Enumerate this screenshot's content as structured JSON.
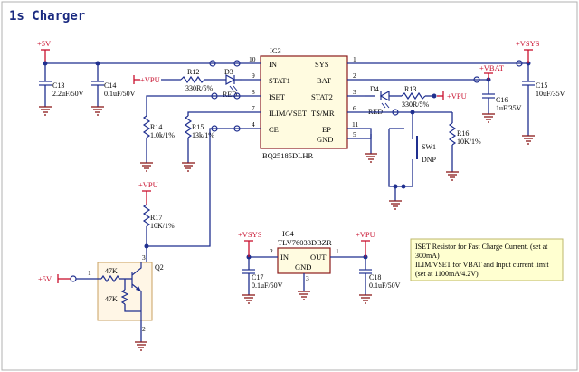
{
  "sheet": {
    "title": "1s Charger"
  },
  "ic3": {
    "ref": "IC3",
    "part": "BQ25185DLHR",
    "pins_left": [
      {
        "num": "10",
        "name": "IN"
      },
      {
        "num": "9",
        "name": "STAT1"
      },
      {
        "num": "8",
        "name": "ISET"
      },
      {
        "num": "7",
        "name": "ILIM/VSET"
      },
      {
        "num": "4",
        "name": "CE"
      }
    ],
    "pins_right": [
      {
        "num": "1",
        "name": "SYS"
      },
      {
        "num": "2",
        "name": "BAT"
      },
      {
        "num": "3",
        "name": "STAT2"
      },
      {
        "num": "6",
        "name": "TS/MR"
      },
      {
        "num": "11",
        "name": "EP"
      },
      {
        "num": "5",
        "name": "GND"
      }
    ]
  },
  "ic4": {
    "ref": "IC4",
    "part": "TLV76033DBZR",
    "pin_in": {
      "num": "2",
      "name": "IN"
    },
    "pin_out": {
      "num": "1",
      "name": "OUT"
    },
    "pin_gnd": {
      "num": "3",
      "name": "GND"
    }
  },
  "power": {
    "p5v_top": "+5V",
    "vsys_top": "+VSYS",
    "vbat": "+VBAT",
    "vpu_r12": "+VPU",
    "vpu_r13": "+VPU",
    "vpu_r17": "+VPU",
    "vsys_ic4": "+VSYS",
    "vpu_ic4": "+VPU",
    "p5v_q2": "+5V"
  },
  "components": {
    "c13": {
      "ref": "C13",
      "value": "2.2uF/50V"
    },
    "c14": {
      "ref": "C14",
      "value": "0.1uF/50V"
    },
    "c15": {
      "ref": "C15",
      "value": "10uF/35V"
    },
    "c16": {
      "ref": "C16",
      "value": "1uF/35V"
    },
    "c17": {
      "ref": "C17",
      "value": "0.1uF/50V"
    },
    "c18": {
      "ref": "C18",
      "value": "0.1uF/50V"
    },
    "r12": {
      "ref": "R12",
      "value": "330R/5%"
    },
    "r13": {
      "ref": "R13",
      "value": "330R/5%"
    },
    "r14": {
      "ref": "R14",
      "value": "1.0k/1%"
    },
    "r15": {
      "ref": "R15",
      "value": "13k/1%"
    },
    "r16": {
      "ref": "R16",
      "value": "10K/1%"
    },
    "r17": {
      "ref": "R17",
      "value": "10K/1%"
    },
    "d3": {
      "ref": "D3",
      "color": "RED"
    },
    "d4": {
      "ref": "D4",
      "color": "RED"
    },
    "sw1": {
      "ref": "SW1",
      "note": "DNP"
    },
    "q2": {
      "ref": "Q2",
      "r1": "47K",
      "r2": "47K",
      "pin1": "1",
      "pin2": "2",
      "pin3": "3"
    }
  },
  "note": {
    "line1": "ISET Resistor for Fast Charge Current. (set at",
    "line2": "300mA)",
    "line3": "ILIM/VSET for VBAT and Input current limit",
    "line4": "(set at 1100mA/4.2V)"
  },
  "colors": {
    "wire": "#1f2f8f",
    "power": "#c8102e",
    "body_fill": "#fffbe0",
    "body_stroke": "#8b1a1a",
    "note_fill": "#ffffd0"
  }
}
